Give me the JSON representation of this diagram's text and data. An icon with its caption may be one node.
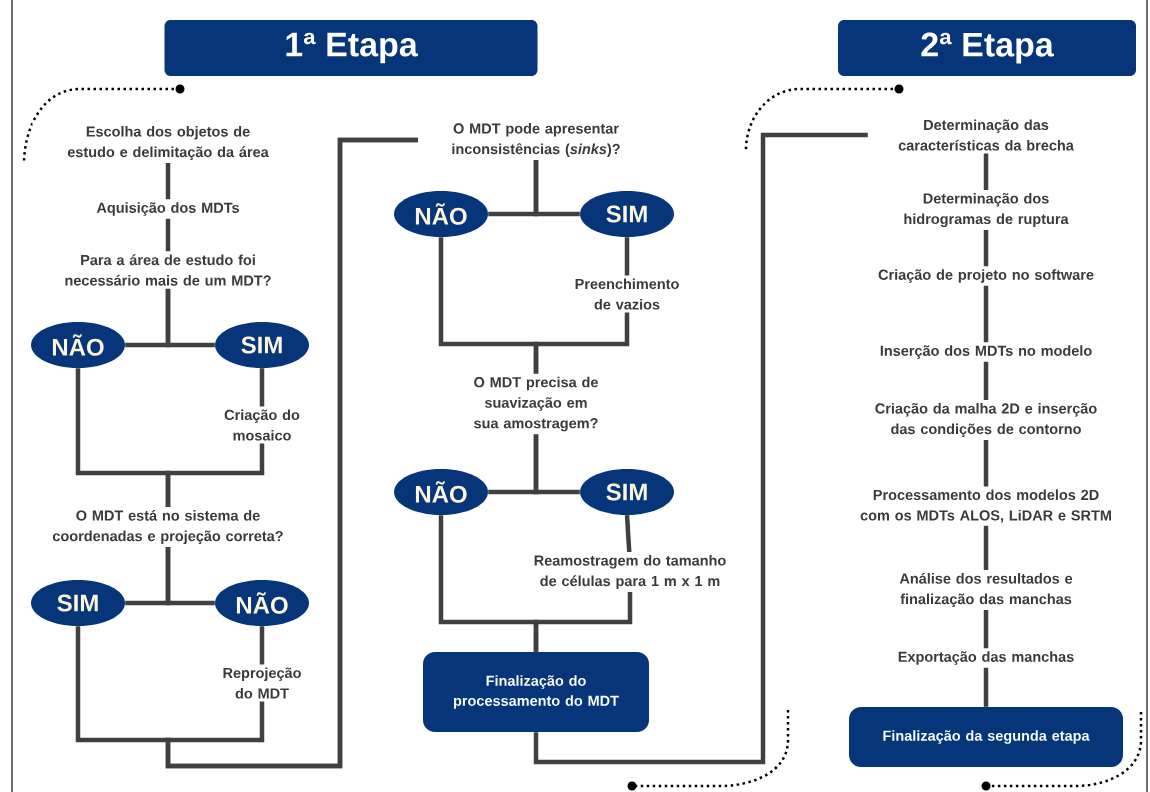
{
  "diagram": {
    "nodes": [
      {
        "text": [
          "1ª Etapa"
        ]
      },
      {
        "text": [
          "2ª Etapa"
        ]
      },
      {
        "text": [
          "Escolha dos objetos de estudo e delimitação da área"
        ]
      },
      {
        "text": [
          "Aquisição dos MDTs"
        ]
      },
      {
        "text": [
          "Para a área de estudo foi necessário mais de um MDT?"
        ]
      },
      {
        "text": [
          "NÃO"
        ]
      },
      {
        "text": [
          "SIM"
        ]
      },
      {
        "text": [
          "Criação do mosaico"
        ]
      },
      {
        "text": [
          "O MDT está no sistema de coordenadas e projeção correta?"
        ]
      },
      {
        "text": [
          "SIM"
        ]
      },
      {
        "text": [
          "NÃO"
        ]
      },
      {
        "text": [
          "Reprojeção do MDT"
        ]
      },
      {
        "text": [
          "O MDT pode apresentar inconsistências (*sinks*)?"
        ]
      },
      {
        "text": [
          "NÃO"
        ]
      },
      {
        "text": [
          "SIM"
        ]
      },
      {
        "text": [
          "Preenchimento de vazios"
        ]
      },
      {
        "text": [
          "O MDT precisa de suavização em sua amostragem?"
        ]
      },
      {
        "text": [
          "NÃO"
        ]
      },
      {
        "text": [
          "SIM"
        ]
      },
      {
        "text": [
          "Reamostragem do tamanho de células para 1 m x 1 m"
        ]
      },
      {
        "text": [
          "Finalização do processamento do MDT"
        ]
      },
      {
        "text": [
          "Determinação das características da brecha"
        ]
      },
      {
        "text": [
          "Determinação dos hidrogramas de ruptura"
        ]
      },
      {
        "text": [
          "Criação de projeto no software"
        ]
      },
      {
        "text": [
          "Inserção dos MDTs no modelo"
        ]
      },
      {
        "text": [
          "Criação da malha 2D e inserção das condições de contorno"
        ]
      },
      {
        "text": [
          "Processamento dos modelos 2D com os MDTs ALOS, LiDAR e SRTM"
        ]
      },
      {
        "text": [
          "Análise dos resultados e finalização das manchas"
        ]
      },
      {
        "text": [
          "Exportação das manchas"
        ]
      },
      {
        "text": [
          "Finalização da segunda etapa"
        ]
      }
    ],
    "edges": [
      {
        "from": 2,
        "to": 3,
        "arrow": "none"
      },
      {
        "from": 3,
        "to": 4,
        "arrow": "none"
      },
      {
        "from": 4,
        "to": 5,
        "arrow": "none"
      },
      {
        "from": 4,
        "to": 6,
        "arrow": "none"
      },
      {
        "from": 6,
        "to": 7,
        "arrow": "none"
      },
      {
        "from": 5,
        "to": 8,
        "arrow": "none"
      },
      {
        "from": 7,
        "to": 8,
        "arrow": "none"
      },
      {
        "from": 8,
        "to": 9,
        "arrow": "none"
      },
      {
        "from": 8,
        "to": 10,
        "arrow": "none"
      },
      {
        "from": 10,
        "to": 11,
        "arrow": "none"
      },
      {
        "from": 9,
        "to": 12,
        "arrow": "none"
      },
      {
        "from": 11,
        "to": 12,
        "arrow": "none"
      },
      {
        "from": 12,
        "to": 13,
        "arrow": "none"
      },
      {
        "from": 12,
        "to": 14,
        "arrow": "none"
      },
      {
        "from": 14,
        "to": 15,
        "arrow": "none"
      },
      {
        "from": 13,
        "to": 16,
        "arrow": "none"
      },
      {
        "from": 15,
        "to": 16,
        "arrow": "none"
      },
      {
        "from": 16,
        "to": 17,
        "arrow": "none"
      },
      {
        "from": 16,
        "to": 18,
        "arrow": "none"
      },
      {
        "from": 18,
        "to": 19,
        "arrow": "none"
      },
      {
        "from": 17,
        "to": 20,
        "arrow": "none"
      },
      {
        "from": 19,
        "to": 20,
        "arrow": "none"
      },
      {
        "from": 20,
        "to": 21,
        "arrow": "none"
      },
      {
        "from": 21,
        "to": 22,
        "arrow": "none"
      },
      {
        "from": 22,
        "to": 23,
        "arrow": "none"
      },
      {
        "from": 23,
        "to": 24,
        "arrow": "none"
      },
      {
        "from": 24,
        "to": 25,
        "arrow": "none"
      },
      {
        "from": 25,
        "to": 26,
        "arrow": "none"
      },
      {
        "from": 26,
        "to": 27,
        "arrow": "none"
      },
      {
        "from": 27,
        "to": 28,
        "arrow": "none"
      },
      {
        "from": 28,
        "to": 29,
        "arrow": "none"
      }
    ]
  }
}
